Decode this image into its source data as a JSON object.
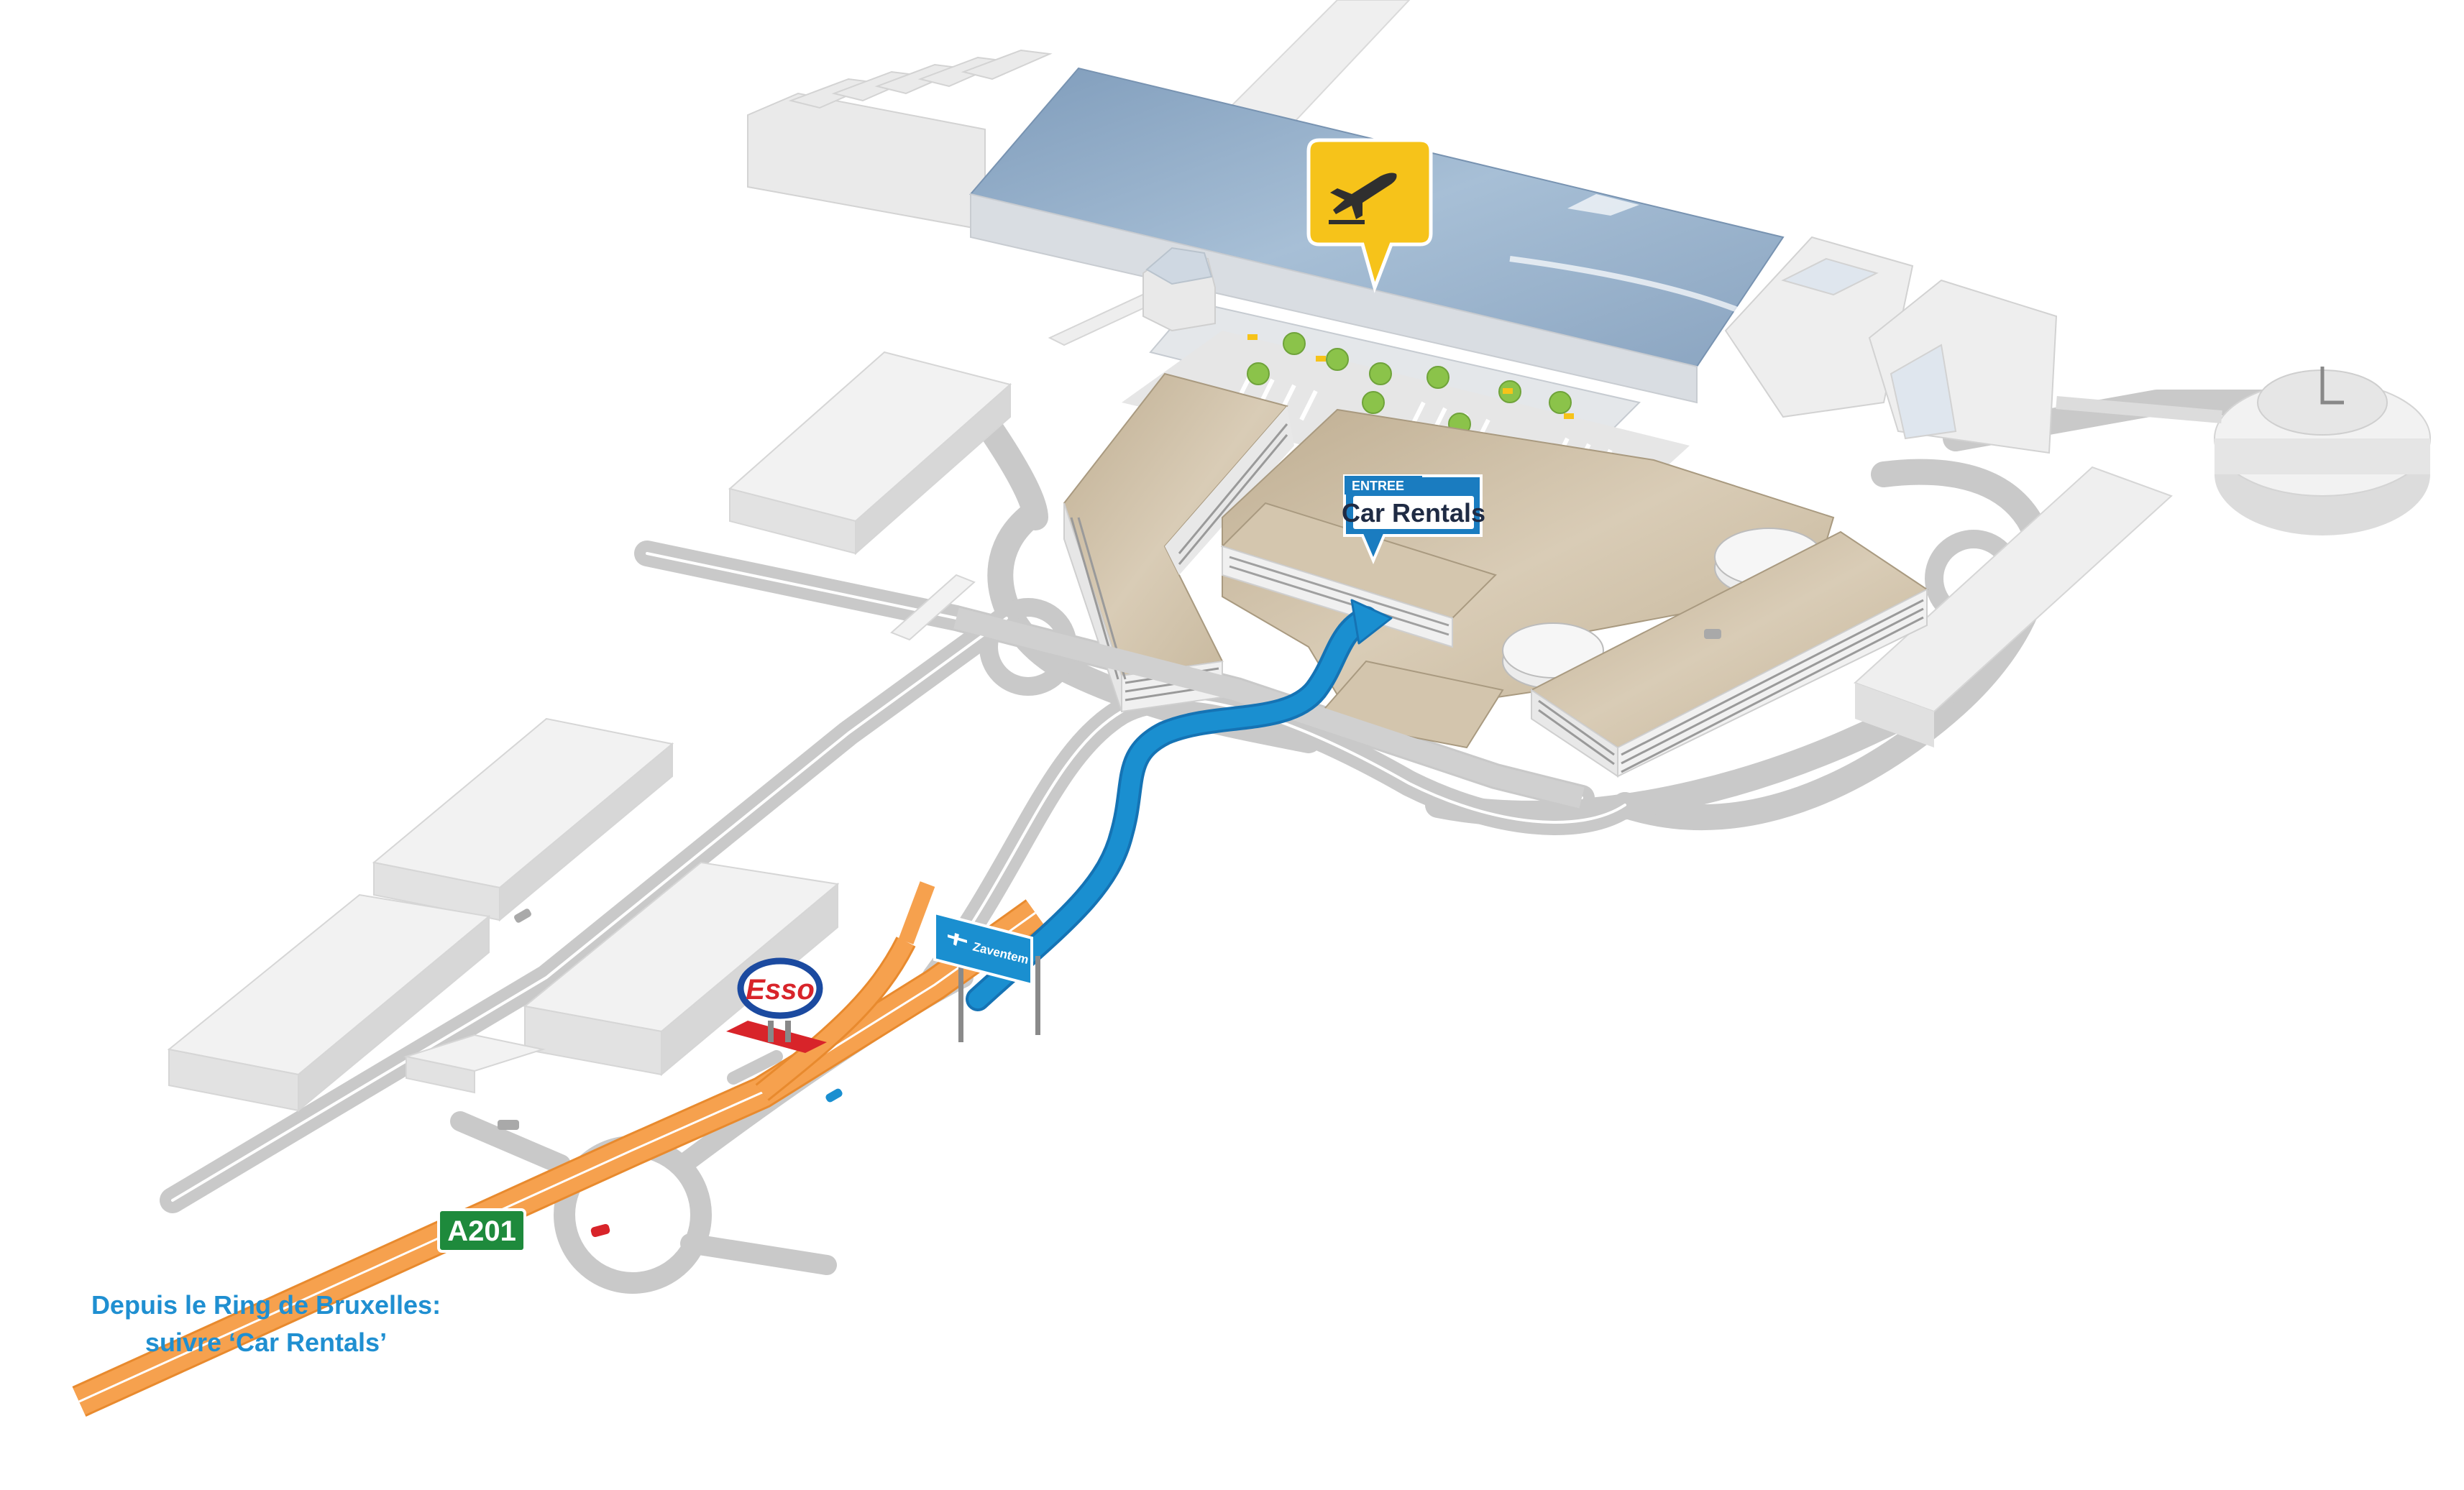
{
  "labels": {
    "entry_small": "ENTREE",
    "entry_main": "Car Rentals",
    "sign_direction": "Zaventem",
    "fuel_brand": "Esso",
    "highway": "A201"
  },
  "caption": {
    "line1": "Depuis le Ring de Bruxelles:",
    "line2": "suivre ‘Car Rentals’"
  },
  "icons": {
    "terminal_marker": "departing-plane-icon",
    "sign_icon": "plane-icon"
  },
  "colors": {
    "route": "#1a8fd0",
    "highway_orange": "#f6a14e",
    "highway_sign_green": "#1e8a3c",
    "terminal_yellow": "#f6c31a",
    "terminal_glass": "#8ea8c3",
    "parking_beige": "#c8b9a0",
    "esso_red": "#d8242a",
    "esso_blue": "#1b4aa0"
  }
}
